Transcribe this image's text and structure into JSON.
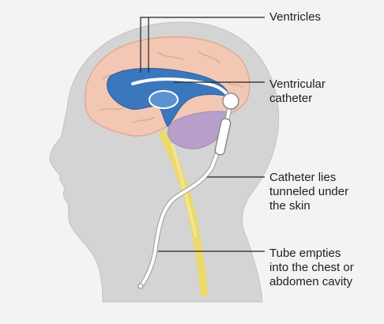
{
  "labels": {
    "ventricles": "Ventricles",
    "catheter": "Ventricular\ncatheter",
    "tunnel": "Catheter lies\ntunneled under\nthe skin",
    "tube": "Tube empties\ninto the chest or\nabdomen cavity"
  },
  "colors": {
    "background": "#f3f3f3",
    "head": "#d4d4d4",
    "brain": "#f2c7b4",
    "ventricles": "#3b77bd",
    "cerebellum": "#b89fc9",
    "nerve": "#ecd96b",
    "tube": "#ffffff",
    "leader_line": "#222222"
  }
}
